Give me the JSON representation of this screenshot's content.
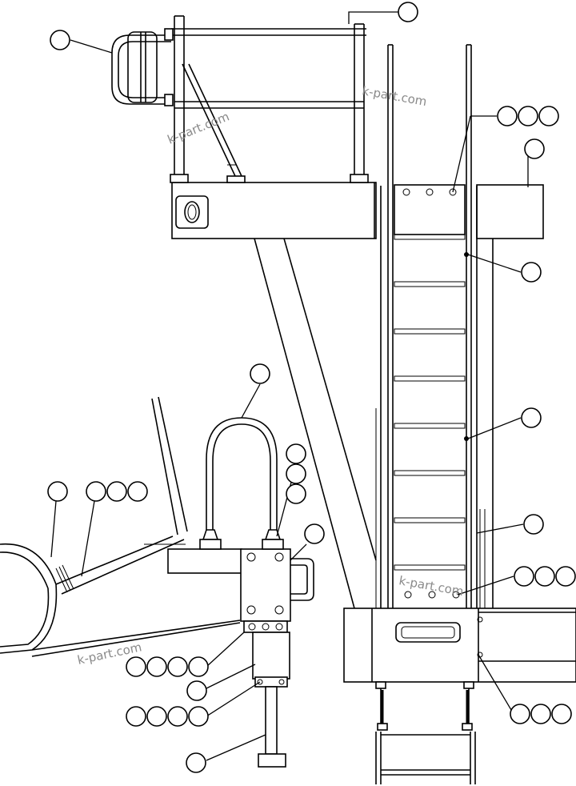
{
  "watermarks": [
    {
      "id": "wm-1",
      "text": "k-part.com"
    },
    {
      "id": "wm-2",
      "text": "k-part.com"
    },
    {
      "id": "wm-3",
      "text": "k-part.com"
    },
    {
      "id": "wm-4",
      "text": "k-part.com"
    }
  ],
  "callouts": [
    {
      "id": "callout-top-right",
      "balloons": 1
    },
    {
      "id": "callout-top-left",
      "balloons": 1
    },
    {
      "id": "callout-bolt-set-top",
      "balloons": 3
    },
    {
      "id": "callout-deck-right",
      "balloons": 1
    },
    {
      "id": "callout-ladder-upper",
      "balloons": 1
    },
    {
      "id": "callout-ladder-mid",
      "balloons": 1
    },
    {
      "id": "callout-rail-lower",
      "balloons": 1
    },
    {
      "id": "callout-bolt-set-bottom",
      "balloons": 3
    },
    {
      "id": "callout-base-bracket",
      "balloons": 3
    },
    {
      "id": "callout-u-handle",
      "balloons": 1
    },
    {
      "id": "callout-stack-upper",
      "balloons": 1
    },
    {
      "id": "callout-stack-mid",
      "balloons": 1
    },
    {
      "id": "callout-stack-lower",
      "balloons": 1
    },
    {
      "id": "callout-side-handle",
      "balloons": 1
    },
    {
      "id": "callout-left-single",
      "balloons": 1
    },
    {
      "id": "callout-left-triple",
      "balloons": 3
    },
    {
      "id": "callout-mount-bolts",
      "balloons": 4
    },
    {
      "id": "callout-mount-single",
      "balloons": 1
    },
    {
      "id": "callout-mount-nuts",
      "balloons": 4
    },
    {
      "id": "callout-step-post",
      "balloons": 1
    }
  ]
}
